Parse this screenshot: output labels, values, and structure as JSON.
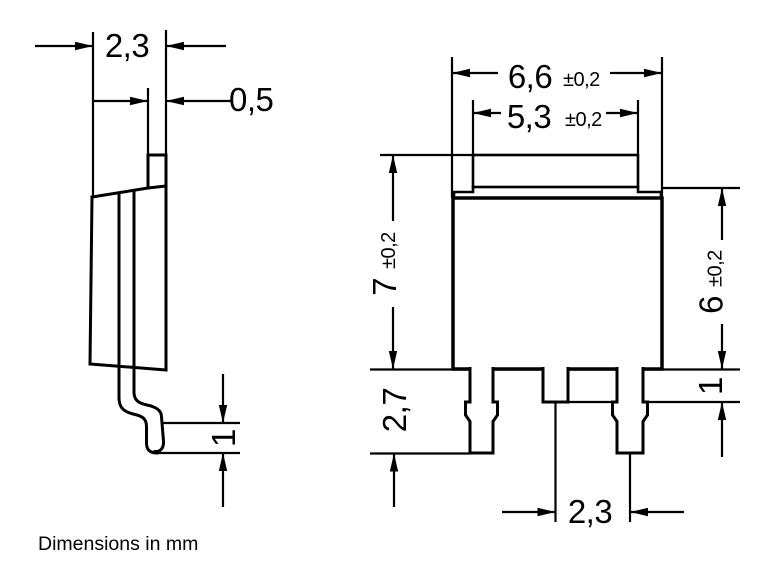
{
  "drawing": {
    "note": "Dimensions in mm",
    "colors": {
      "line": "#000000",
      "background": "#ffffff"
    },
    "side_view": {
      "dims": {
        "body_thickness": {
          "value": "2,3"
        },
        "tab_thickness": {
          "value": "0,5"
        },
        "foot_height": {
          "value": "1"
        }
      }
    },
    "front_view": {
      "dims": {
        "body_width": {
          "value": "6,6",
          "tol": "±0,2"
        },
        "tab_width": {
          "value": "5,3",
          "tol": "±0,2"
        },
        "overall_height": {
          "value": "7",
          "tol": "±0,2"
        },
        "body_height": {
          "value": "6",
          "tol": "±0,2"
        },
        "lead_length": {
          "value": "2,7"
        },
        "center_lead_length": {
          "value": "1"
        },
        "lead_pitch": {
          "value": "2,3"
        }
      }
    }
  }
}
